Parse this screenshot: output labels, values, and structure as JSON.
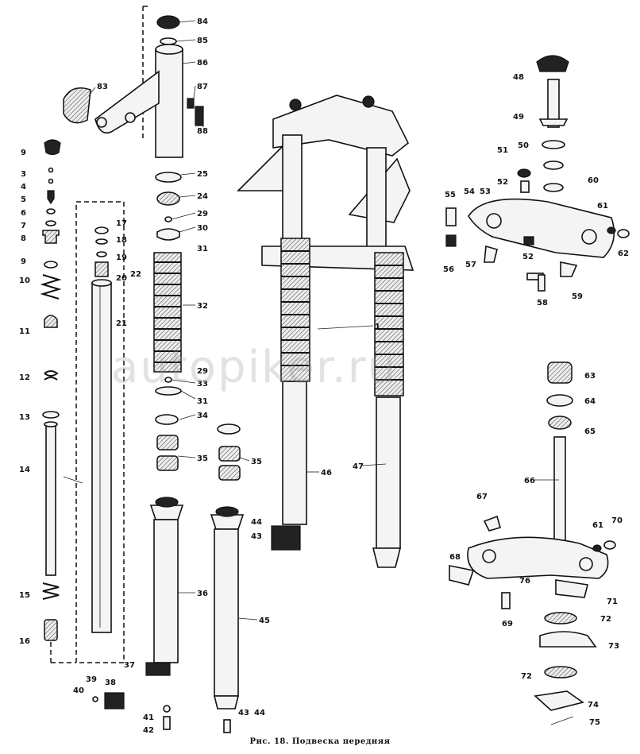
{
  "caption": "Рис. 18. Подвеска передняя",
  "watermark": "autopiker.ru",
  "labels": {
    "n84": "84",
    "n85": "85",
    "n86": "86",
    "n87": "87",
    "n88": "88",
    "n83": "83",
    "n9": "9",
    "n3": "3",
    "n4": "4",
    "n5": "5",
    "n6": "6",
    "n7": "7",
    "n8": "8",
    "n10": "10",
    "n11": "11",
    "n12": "12",
    "n13": "13",
    "n14": "14",
    "n15": "15",
    "n16": "16",
    "n17": "17",
    "n18": "18",
    "n19": "19",
    "n20": "20",
    "n21": "21",
    "n22": "22",
    "n25": "25",
    "n24": "24",
    "n29a": "29",
    "n30": "30",
    "n31a": "31",
    "n32": "32",
    "n29b": "29",
    "n33": "33",
    "n31b": "31",
    "n34": "34",
    "n35a": "35",
    "n35b": "35",
    "n36": "36",
    "n37": "37",
    "n38": "38",
    "n39": "39",
    "n40": "40",
    "n41": "41",
    "n42": "42",
    "n43a": "43",
    "n44a": "44",
    "n43b": "43",
    "n44b": "44",
    "n45": "45",
    "n46": "46",
    "n47": "47",
    "n1": "1",
    "n48": "48",
    "n49": "49",
    "n50": "50",
    "n51": "51",
    "n52a": "52",
    "n53": "53",
    "n54": "54",
    "n55": "55",
    "n60": "60",
    "n61a": "61",
    "n62": "62",
    "n56": "56",
    "n57": "57",
    "n52b": "52",
    "n58": "58",
    "n59": "59",
    "n63": "63",
    "n64": "64",
    "n65": "65",
    "n66": "66",
    "n67": "67",
    "n61b": "61",
    "n70": "70",
    "n68": "68",
    "n76": "76",
    "n71": "71",
    "n69": "69",
    "n72a": "72",
    "n73": "73",
    "n72b": "72",
    "n74": "74",
    "n75": "75"
  }
}
